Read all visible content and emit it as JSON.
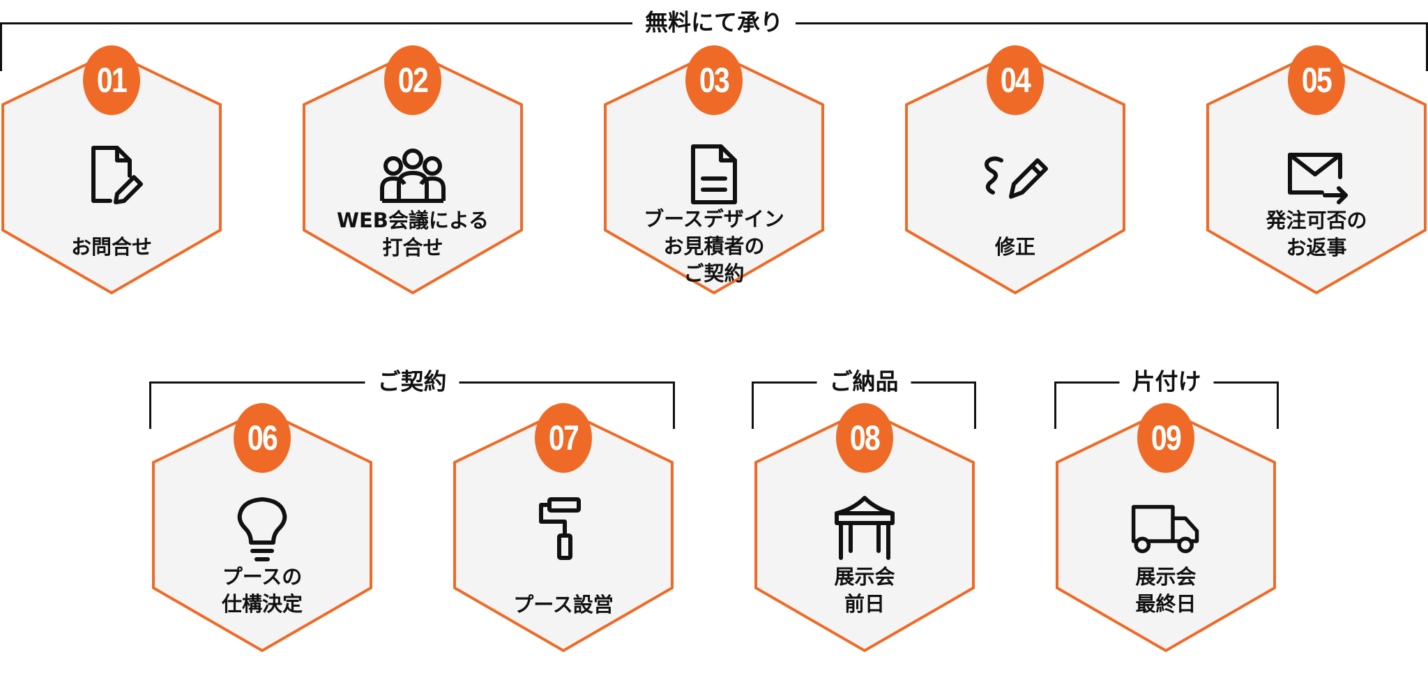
{
  "groups": {
    "free": {
      "label": "無料にて承り"
    },
    "contract": {
      "label": "ご契約"
    },
    "delivery": {
      "label": "ご納品"
    },
    "cleanup": {
      "label": "片付け"
    }
  },
  "steps": [
    {
      "number": "01",
      "label": "お問合せ",
      "icon": "document-edit-icon"
    },
    {
      "number": "02",
      "label": "WEB会議による\n打合せ",
      "icon": "meeting-group-icon"
    },
    {
      "number": "03",
      "label": "ブースデザイン\nお見積者の\nご契約",
      "icon": "document-icon"
    },
    {
      "number": "04",
      "label": "修正",
      "icon": "pen-icon"
    },
    {
      "number": "05",
      "label": "発注可否の\nお返事",
      "icon": "mail-send-icon"
    },
    {
      "number": "06",
      "label": "プースの\n仕構決定",
      "icon": "lightbulb-icon"
    },
    {
      "number": "07",
      "label": "プース設営",
      "icon": "paint-roller-icon"
    },
    {
      "number": "08",
      "label": "展示会\n前日",
      "icon": "tent-icon"
    },
    {
      "number": "09",
      "label": "展示会\n最終日",
      "icon": "truck-icon"
    }
  ],
  "colors": {
    "accent": "#ef6a26",
    "hex_fill": "#f4f4f4",
    "line": "#111111"
  }
}
